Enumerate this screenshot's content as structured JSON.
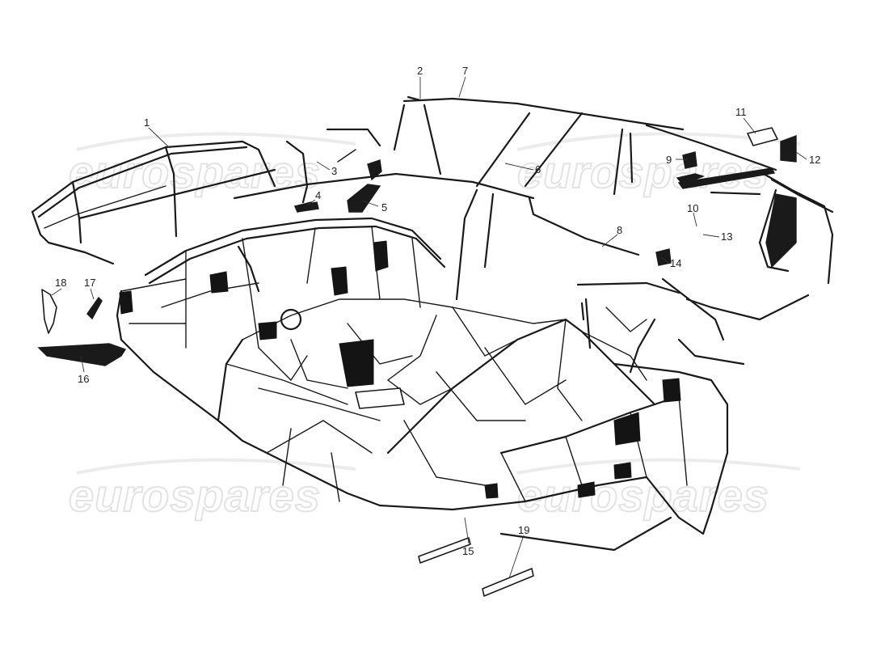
{
  "diagram": {
    "watermarks": [
      {
        "text": "eurospares"
      },
      {
        "text": "eurospares"
      },
      {
        "text": "eurospares"
      },
      {
        "text": "eurospares"
      }
    ],
    "callouts": [
      {
        "label": "1"
      },
      {
        "label": "2"
      },
      {
        "label": "3"
      },
      {
        "label": "4"
      },
      {
        "label": "5"
      },
      {
        "label": "6"
      },
      {
        "label": "7"
      },
      {
        "label": "8"
      },
      {
        "label": "9"
      },
      {
        "label": "10"
      },
      {
        "label": "11"
      },
      {
        "label": "12"
      },
      {
        "label": "13"
      },
      {
        "label": "14"
      },
      {
        "label": "15"
      },
      {
        "label": "16"
      },
      {
        "label": "17"
      },
      {
        "label": "18"
      },
      {
        "label": "19"
      }
    ]
  }
}
